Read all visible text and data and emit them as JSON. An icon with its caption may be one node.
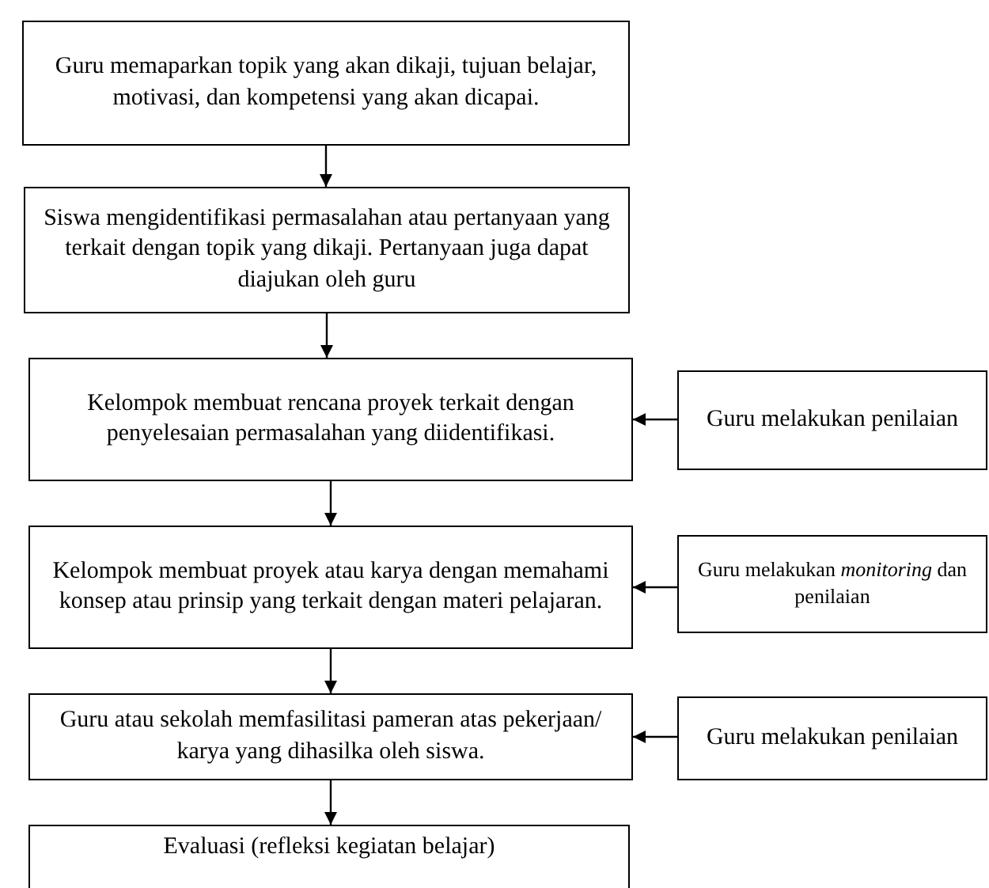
{
  "diagram": {
    "nodes": [
      {
        "text": [
          "Guru memaparkan topik yang akan dikaji, tujuan belajar, motivasi, dan kompetensi yang akan dicapai."
        ]
      },
      {
        "text": [
          "Siswa mengidentifikasi permasalahan atau pertanyaan yang terkait dengan topik yang dikaji. Pertanyaan juga dapat diajukan oleh guru"
        ]
      },
      {
        "text": [
          "Kelompok membuat rencana proyek terkait dengan penyelesaian permasalahan yang diidentifikasi."
        ]
      },
      {
        "text": [
          "Guru melakukan penilaian"
        ]
      },
      {
        "text": [
          "Kelompok membuat proyek atau karya dengan memahami konsep atau prinsip yang terkait dengan materi pelajaran."
        ]
      },
      {
        "text": [
          "Guru melakukan *monitoring* dan penilaian"
        ]
      },
      {
        "text": [
          "Guru atau sekolah memfasilitasi pameran atas pekerjaan/ karya yang dihasilka oleh siswa."
        ]
      },
      {
        "text": [
          "Guru melakukan penilaian"
        ]
      },
      {
        "text": [
          "Evaluasi (refleksi kegiatan belajar)"
        ]
      }
    ],
    "edges": [
      {
        "from": 0,
        "to": 1,
        "arrow": "to"
      },
      {
        "from": 1,
        "to": 2,
        "arrow": "to"
      },
      {
        "from": 3,
        "to": 2,
        "arrow": "to"
      },
      {
        "from": 2,
        "to": 4,
        "arrow": "to"
      },
      {
        "from": 5,
        "to": 4,
        "arrow": "to"
      },
      {
        "from": 4,
        "to": 6,
        "arrow": "to"
      },
      {
        "from": 7,
        "to": 6,
        "arrow": "to"
      },
      {
        "from": 6,
        "to": 8,
        "arrow": "to"
      }
    ]
  }
}
